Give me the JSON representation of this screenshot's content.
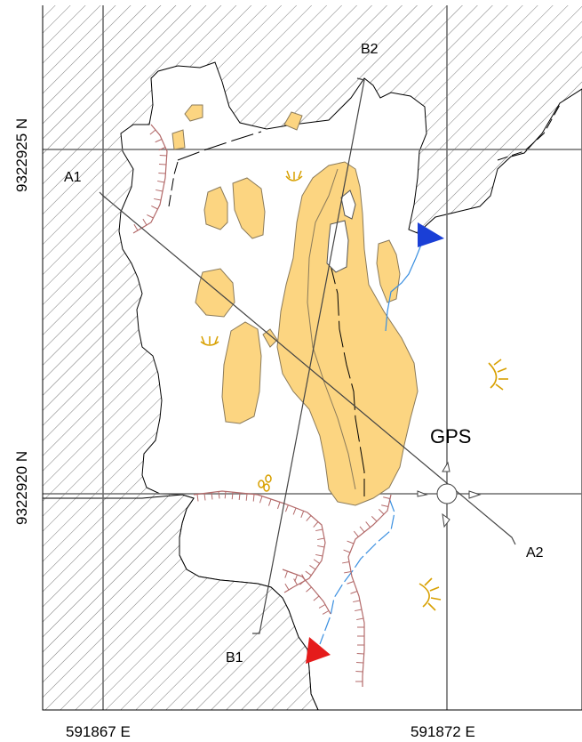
{
  "map": {
    "coordinates": {
      "northing_top": "9322925 N",
      "northing_bottom": "9322920 N",
      "easting_left": "591867 E",
      "easting_right": "591872 E"
    },
    "profiles": {
      "a_start": "A1",
      "a_end": "A2",
      "b_start": "B1",
      "b_end": "B2"
    },
    "gps_label": "GPS",
    "colors": {
      "deposit_fill": "#fcd581",
      "deposit_stroke": "#8a7a5a",
      "hatch": "#555555",
      "grid": "#6f6f6f",
      "stream": "#3a8fe0",
      "scarp": "#b36a6a",
      "sinkhole_symbol": "#d8a000",
      "inflow_arrow": "#1a3fd6",
      "outflow_arrow": "#e51b1b"
    },
    "symbols": [
      "eye-symbol-icon",
      "footprint-cluster-icon",
      "gps-station-icon",
      "inflow-arrow-icon",
      "outflow-arrow-icon"
    ]
  }
}
